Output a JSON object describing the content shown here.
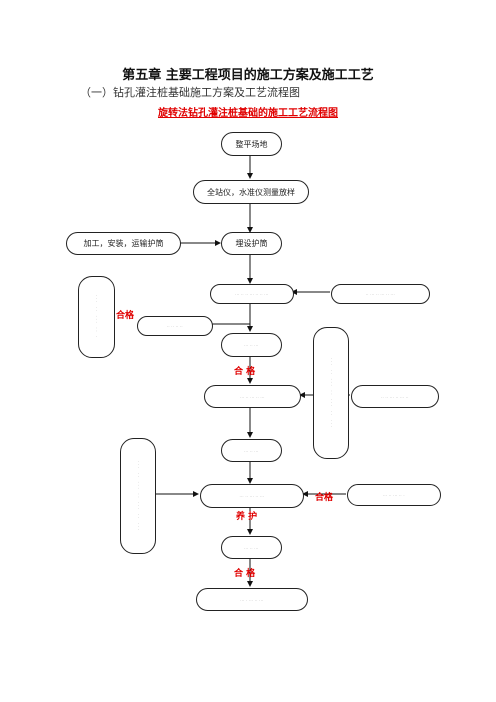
{
  "header": {
    "chapter_title": "第五章  主要工程项目的施工方案及施工工艺",
    "section_title": "（一）钻孔灌注桩基础施工方案及工艺流程图",
    "flow_title": "旋转法钻孔灌注桩基础的施工工艺流程图"
  },
  "flow": {
    "level_site": "整平场地",
    "survey": "全站仪，水准仪测量放样",
    "fabricate_casing": "加工，安装，运输护筒",
    "bury_casing": "埋设护筒",
    "step4": "··· ·· ·· ··· ·· ·· ···",
    "step4_side": "·· ··· ·· ··· ·· ···",
    "left_side_1": "··· ·· ··· ·· ·",
    "step5_small": "·· ·· ·· ··",
    "step6": "··· ·· ···",
    "step7": "··· ·· ··· ·· ···",
    "step7_side": "·· ·· ··· ·· ··· ··",
    "right_side_2": "··· ·· ··· ·· ··· ·· ···",
    "step8": "··· ·· ···",
    "left_side_3": "··· ·· ··· ·· ··· ·· ···",
    "step9": "··· ·· ··· ·· ···",
    "step9_side": "··· ·· ··· ·· ·",
    "step10": "··· ·· ···",
    "step11": "··· · ··· ·· ···"
  },
  "labels": {
    "ok_1": "合格",
    "ok_2": "合  格",
    "ok_3": "合格",
    "curing": "养  护",
    "ok_4": "合  格"
  }
}
